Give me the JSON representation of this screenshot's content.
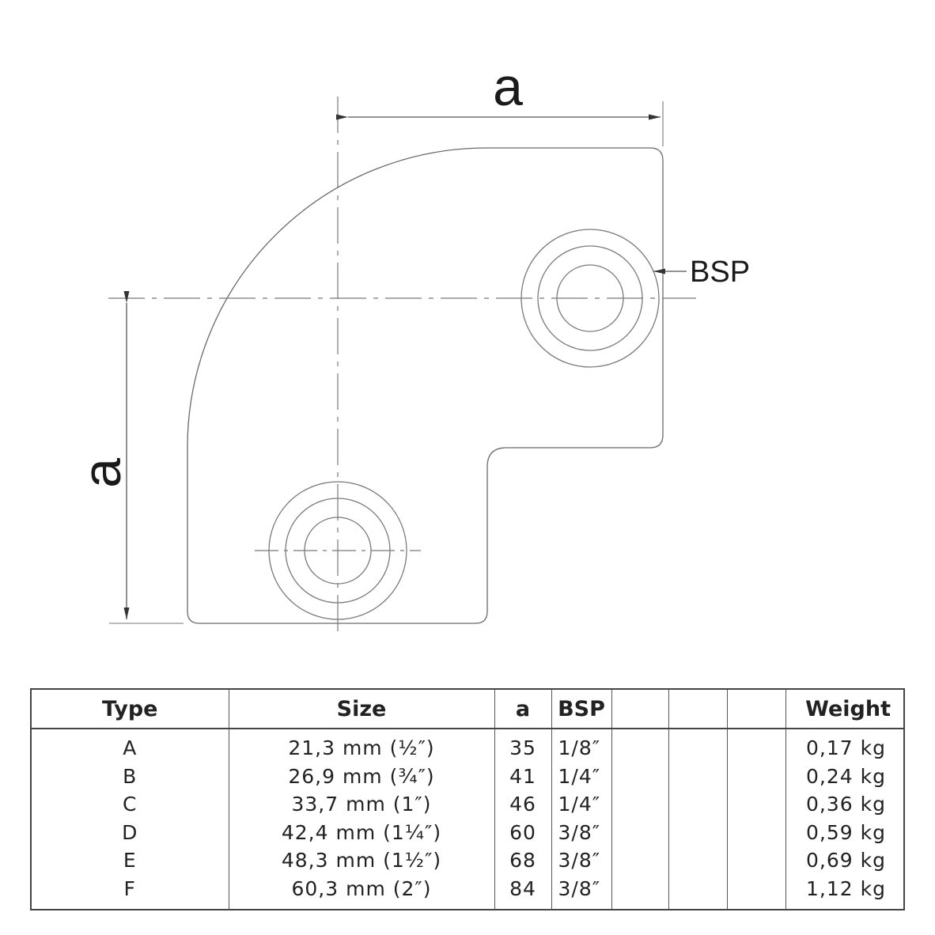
{
  "drawing": {
    "dim_top_label": "a",
    "dim_left_label": "a",
    "bsp_callout": "BSP"
  },
  "table": {
    "headers": {
      "type": "Type",
      "size": "Size",
      "a": "a",
      "bsp": "BSP",
      "blank1": "",
      "blank2": "",
      "blank3": "",
      "weight": "Weight"
    },
    "rows": [
      {
        "type": "A",
        "size": "21,3 mm (½″)",
        "a": "35",
        "bsp": "1/8″",
        "weight": "0,17 kg"
      },
      {
        "type": "B",
        "size": "26,9 mm (¾″)",
        "a": "41",
        "bsp": "1/4″",
        "weight": "0,24 kg"
      },
      {
        "type": "C",
        "size": "33,7 mm (1″)",
        "a": "46",
        "bsp": "1/4″",
        "weight": "0,36 kg"
      },
      {
        "type": "D",
        "size": "42,4 mm (1¼″)",
        "a": "60",
        "bsp": "3/8″",
        "weight": "0,59 kg"
      },
      {
        "type": "E",
        "size": "48,3 mm (1½″)",
        "a": "68",
        "bsp": "3/8″",
        "weight": "0,69 kg"
      },
      {
        "type": "F",
        "size": "60,3 mm (2″)",
        "a": "84",
        "bsp": "3/8″",
        "weight": "1,12 kg"
      }
    ]
  }
}
